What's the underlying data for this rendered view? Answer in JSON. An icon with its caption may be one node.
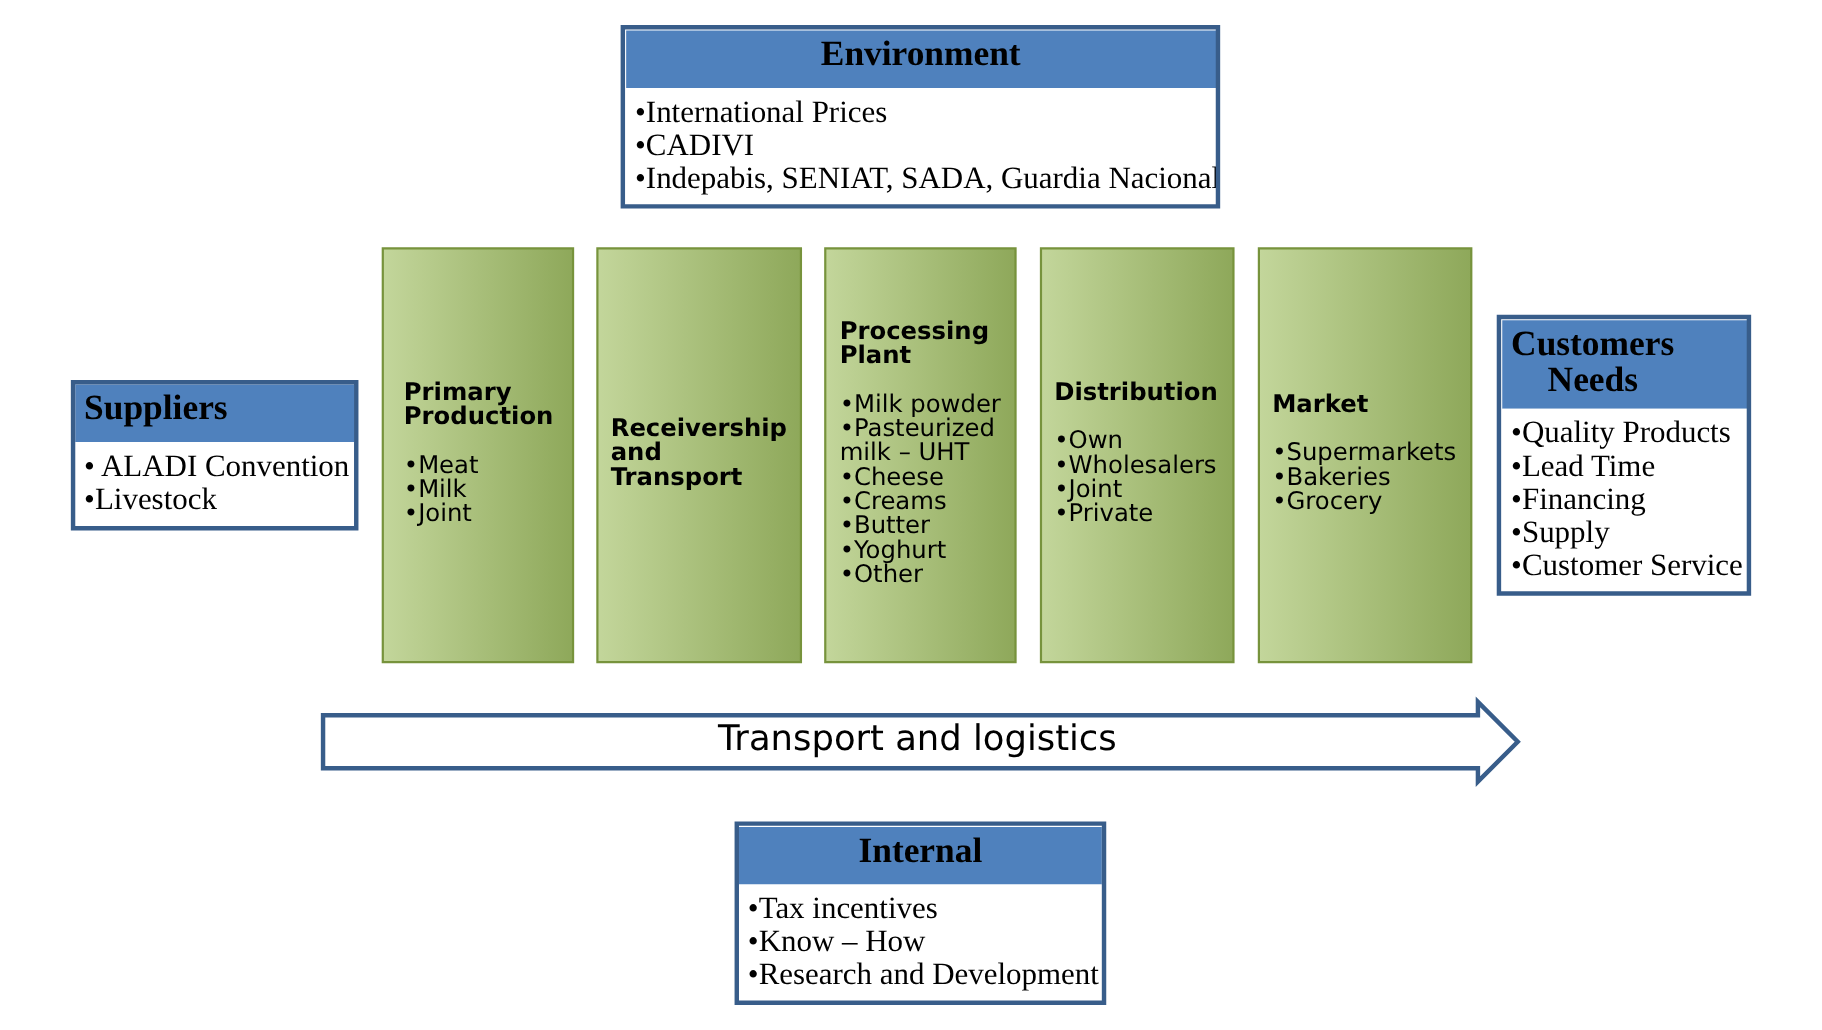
{
  "diagram": {
    "nodes": [
      {
        "text": [
          "Environment",
          "•International Prices",
          "•CADIVI",
          "•Indepabis, SENIAT, SADA, Guardia Nacional"
        ]
      },
      {
        "text": [
          "Suppliers",
          "• ALADI Convention",
          "•Livestock"
        ]
      },
      {
        "text": [
          "Primary Production",
          "•Meat",
          "•Milk",
          "•Joint"
        ]
      },
      {
        "text": [
          "Receivership and Transport"
        ]
      },
      {
        "text": [
          "Processing Plant",
          "•Milk powder",
          "•Pasteurized milk – UHT",
          "•Cheese",
          "•Creams",
          "•Butter",
          "•Yoghurt",
          "•Other"
        ]
      },
      {
        "text": [
          "Distribution",
          "•Own",
          "•Wholesalers",
          "•Joint",
          "•Private"
        ]
      },
      {
        "text": [
          "Market",
          "•Supermarkets",
          "•Bakeries",
          "•Grocery"
        ]
      },
      {
        "text": [
          "Customers Needs",
          "•Quality Products",
          "•Lead Time",
          "•Financing",
          "•Supply",
          "•Customer Service"
        ]
      },
      {
        "text": [
          "Transport and logistics"
        ]
      },
      {
        "text": [
          "Internal",
          "•Tax incentives",
          "•Know – How",
          "•Research and Development"
        ]
      }
    ],
    "edges": []
  }
}
